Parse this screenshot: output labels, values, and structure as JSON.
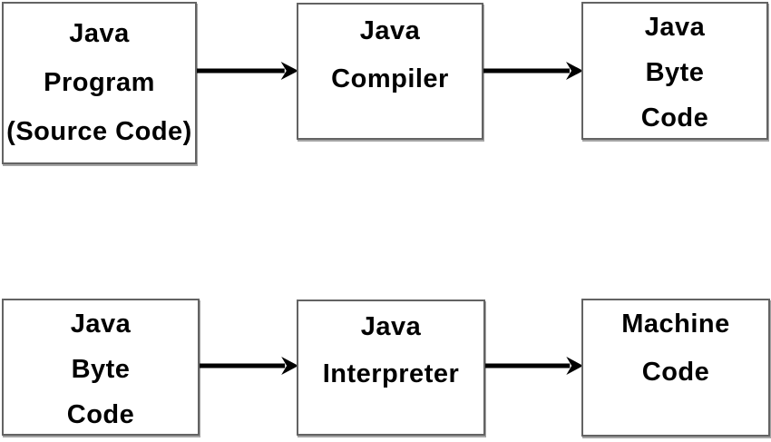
{
  "diagram": {
    "rows": [
      {
        "boxes": [
          {
            "id": "java-program-source-code",
            "lines": [
              "Java",
              "Program",
              "(Source Code)"
            ]
          },
          {
            "id": "java-compiler",
            "lines": [
              "Java",
              "Compiler"
            ]
          },
          {
            "id": "java-byte-code",
            "lines": [
              "Java",
              "Byte",
              "Code"
            ]
          }
        ],
        "connectors": [
          "arrow-right",
          "arrow-right"
        ]
      },
      {
        "boxes": [
          {
            "id": "java-byte-code",
            "lines": [
              "Java",
              "Byte",
              "Code"
            ]
          },
          {
            "id": "java-interpreter",
            "lines": [
              "Java",
              "Interpreter"
            ]
          },
          {
            "id": "machine-code",
            "lines": [
              "Machine",
              "Code"
            ]
          }
        ],
        "connectors": [
          "arrow-right",
          "arrow-right"
        ]
      }
    ],
    "colors": {
      "background": "#ffffff",
      "box_fill": "#ffffff",
      "box_border": "#636363",
      "text": "#000000",
      "arrow": "#000000"
    }
  }
}
